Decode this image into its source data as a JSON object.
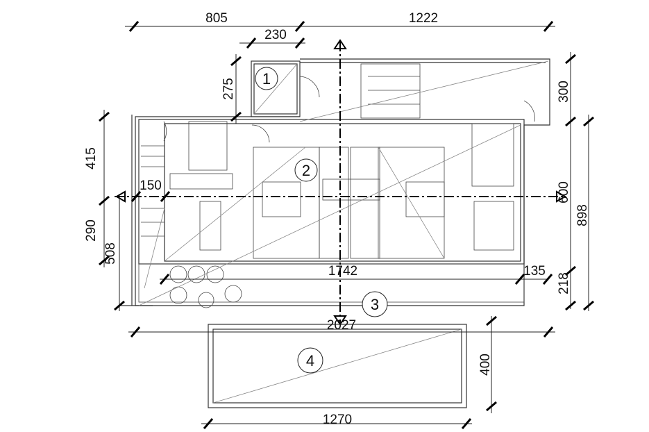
{
  "dimensions": {
    "top_left": "805",
    "top_right": "1222",
    "stair_box_width": "230",
    "stair_box_height": "275",
    "right_upper": "300",
    "left_upper": "415",
    "left_offset": "150",
    "right_middle": "600",
    "right_total": "898",
    "left_middle": "290",
    "left_lower": "508",
    "interior_width": "1742",
    "right_offset": "135",
    "right_lower": "218",
    "total_width": "2027",
    "pool_height": "400",
    "pool_width": "1270"
  },
  "zones": [
    "1",
    "2",
    "3",
    "4"
  ]
}
